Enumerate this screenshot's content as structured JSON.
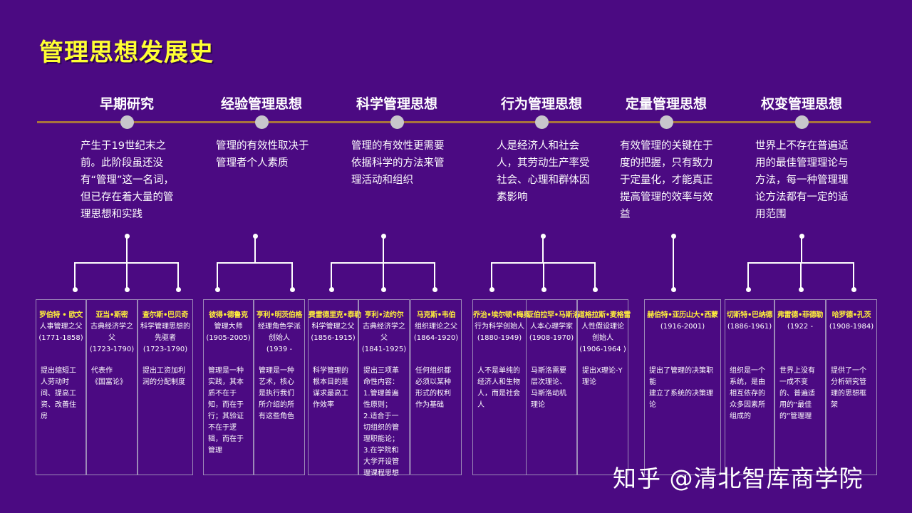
{
  "title": "管理思想发展史",
  "colors": {
    "background": "#4b0a82",
    "title": "#ffff33",
    "timeline": "#a8743c",
    "person_name": "#ffef3a"
  },
  "stages": [
    {
      "heading": "早期研究",
      "desc": "产生于19世纪末之前。此阶段虽还没有“管理”这一名词，但已存在着大量的管理思想和实践",
      "persons": [
        {
          "name": "罗伯特 • 欧文",
          "role": "人事管理之父",
          "years": "(1771-1858)",
          "desc": "提出缩短工人劳动时间、提高工资、改善住房"
        },
        {
          "name": "亚当•斯密",
          "role": "古典经济学之父",
          "years": "(1723-1790)",
          "desc": "代表作\n《国富论》"
        },
        {
          "name": "查尔斯•巴贝奇",
          "role": "科学管理思想的先驱者",
          "years": "(1723-1790)",
          "desc": "提出工资加利润的分配制度"
        }
      ]
    },
    {
      "heading": "经验管理思想",
      "desc": "管理的有效性取决于管理者个人素质",
      "persons": [
        {
          "name": "彼得•德鲁克",
          "role": "管理大师",
          "years": "(1905-2005)",
          "desc": "管理是一种实践，其本质不在于知，而在于行；其验证不在于逻辑，而在于管理"
        },
        {
          "name": "亨利•明茨伯格",
          "role": "经理角色学派创始人",
          "years": "(1939 -",
          "desc": "管理是一种艺术，核心是执行我们所介绍的所有这些角色"
        }
      ]
    },
    {
      "heading": "科学管理思想",
      "desc": "管理的有效性更需要依据科学的方法来管理活动和组织",
      "persons": [
        {
          "name": "费雷德里克•泰勒",
          "role": "科学管理之父",
          "years": "(1856-1915)",
          "desc": "科学管理的根本目的是谋求最高工作效率"
        },
        {
          "name": "亨利•法约尔",
          "role": "古典经济学之父",
          "years": "(1841-1925)",
          "desc": "提出三项革命性内容：\n1.管理普遍性原则；\n2.适合于一切组织的管理职能论；\n3.在学院和大学开设管理课程思想"
        },
        {
          "name": "马克斯•韦伯",
          "role": "组织理论之父",
          "years": "(1864-1920)",
          "desc": "任何组织都必须以某种形式的权利作为基础"
        }
      ]
    },
    {
      "heading": "行为管理思想",
      "desc": "人是经济人和社会人，其劳动生产率受社会、心理和群体因素影响",
      "persons": [
        {
          "name": "乔治•埃尔顿•梅奥",
          "role": "行为科学创始人",
          "years": "(1880-1949)",
          "desc": "人不是单纯的经济人和生物人，而是社会人"
        },
        {
          "name": "亚伯拉罕•马斯洛",
          "role": "人本心理学家",
          "years": "(1908-1970)",
          "desc": "马斯洛需要层次理论、马斯洛动机理论"
        },
        {
          "name": "道格拉斯•麦格雷",
          "role": "人性假设理论创始人",
          "years": "(1906-1964 )",
          "desc": "提出X理论-Y理论"
        }
      ]
    },
    {
      "heading": "定量管理思想",
      "desc": "有效管理的关键在于度的把握，只有致力于定量化，才能真正提高管理的效率与效益",
      "persons": [
        {
          "name": "赫伯特•亚历山大•西蒙",
          "role": "",
          "years": "(1916-2001)",
          "desc": "提出了管理的决策职能\n建立了系统的决策理论"
        }
      ]
    },
    {
      "heading": "权变管理思想",
      "desc": "世界上不存在普遍适用的最佳管理理论与方法，每一种管理理论方法都有一定的适用范围",
      "persons": [
        {
          "name": "切斯特•巴纳德",
          "role": "",
          "years": "(1886-1961)",
          "desc": "组织是一个系统，是由相互依存的众多因素所组成的"
        },
        {
          "name": "弗雷德•菲德勒",
          "role": "",
          "years": "(1922 -",
          "desc": "世界上没有一成不变的、普遍适用的“最佳的”管理理"
        },
        {
          "name": "哈罗德•孔茨",
          "role": "",
          "years": "(1908-1984)",
          "desc": "提供了一个分析研究管理的思想框架"
        }
      ]
    }
  ],
  "watermark": "知乎 @清北智库商学院"
}
